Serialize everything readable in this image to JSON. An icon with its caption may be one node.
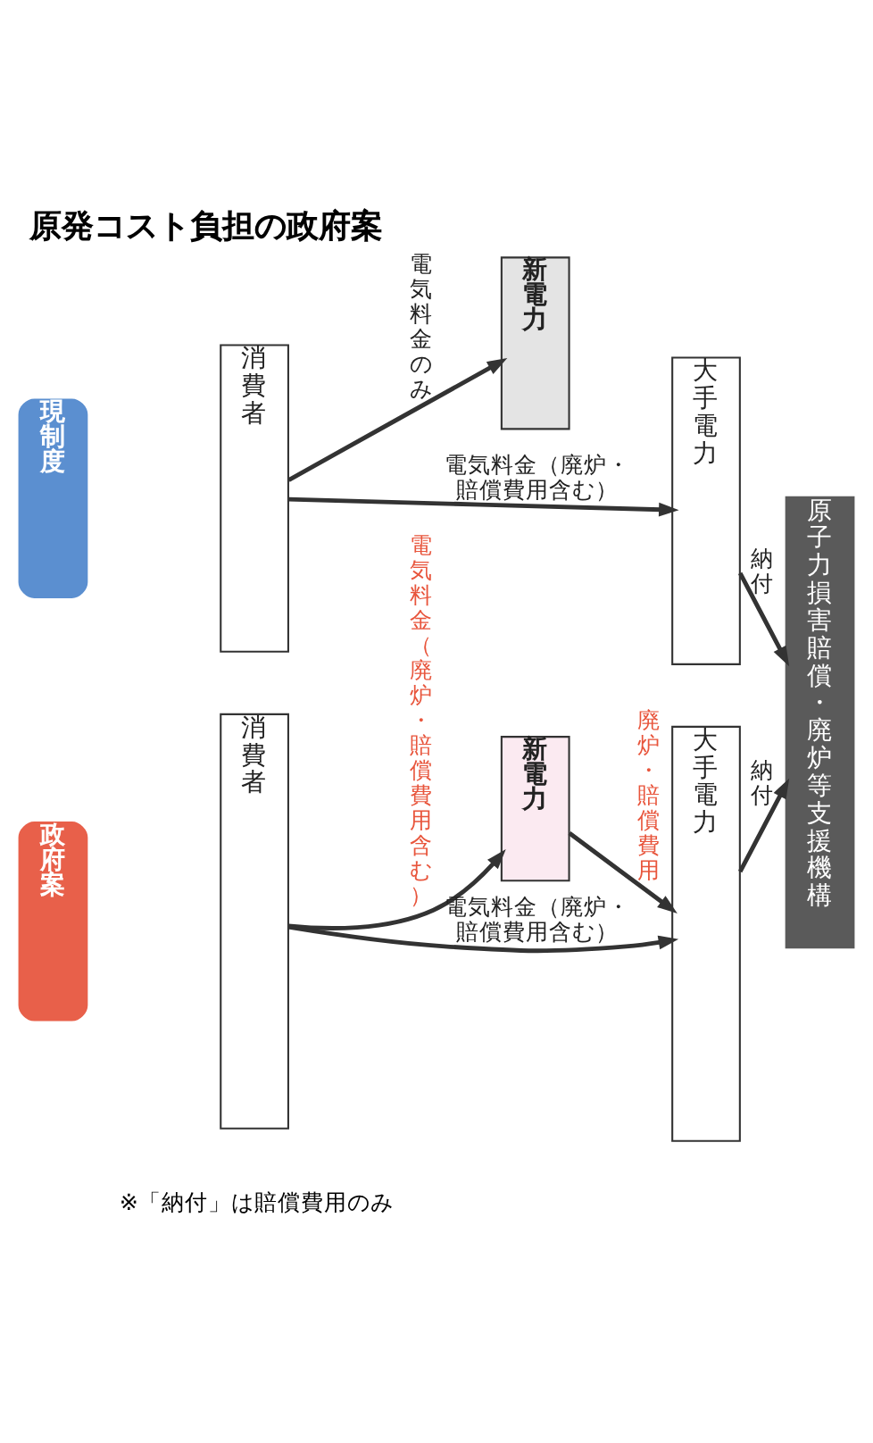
{
  "diagram": {
    "title": "原発コスト負担の政府案",
    "nodes": [
      {
        "text": [
          "現制度"
        ]
      },
      {
        "text": [
          "消費者"
        ]
      },
      {
        "text": [
          "新電力"
        ]
      },
      {
        "text": [
          "大手電力"
        ]
      },
      {
        "text": [
          "原子力損害賠償・廃炉等支援機構"
        ]
      },
      {
        "text": [
          "政府案"
        ]
      },
      {
        "text": [
          "消費者"
        ]
      },
      {
        "text": [
          "新電力"
        ]
      },
      {
        "text": [
          "大手電力"
        ]
      }
    ],
    "edges": [
      {
        "from": 1,
        "to": 2,
        "arrow": "to",
        "label": "電気料金のみ"
      },
      {
        "from": 1,
        "to": 3,
        "arrow": "to",
        "label": "電気料金（廃炉・賠償費用含む）"
      },
      {
        "from": 3,
        "to": 4,
        "arrow": "to",
        "label": "納付"
      },
      {
        "from": 6,
        "to": 7,
        "arrow": "to",
        "label": "電気料金（廃炉・賠償費用含む）"
      },
      {
        "from": 7,
        "to": 8,
        "arrow": "to",
        "label": "廃炉・賠償費用"
      },
      {
        "from": 6,
        "to": 8,
        "arrow": "to",
        "label": "電気料金（廃炉・賠償費用含む）"
      },
      {
        "from": 8,
        "to": 4,
        "arrow": "to",
        "label": "納付"
      }
    ],
    "labels": [
      "※「納付」は賠償費用のみ"
    ]
  }
}
